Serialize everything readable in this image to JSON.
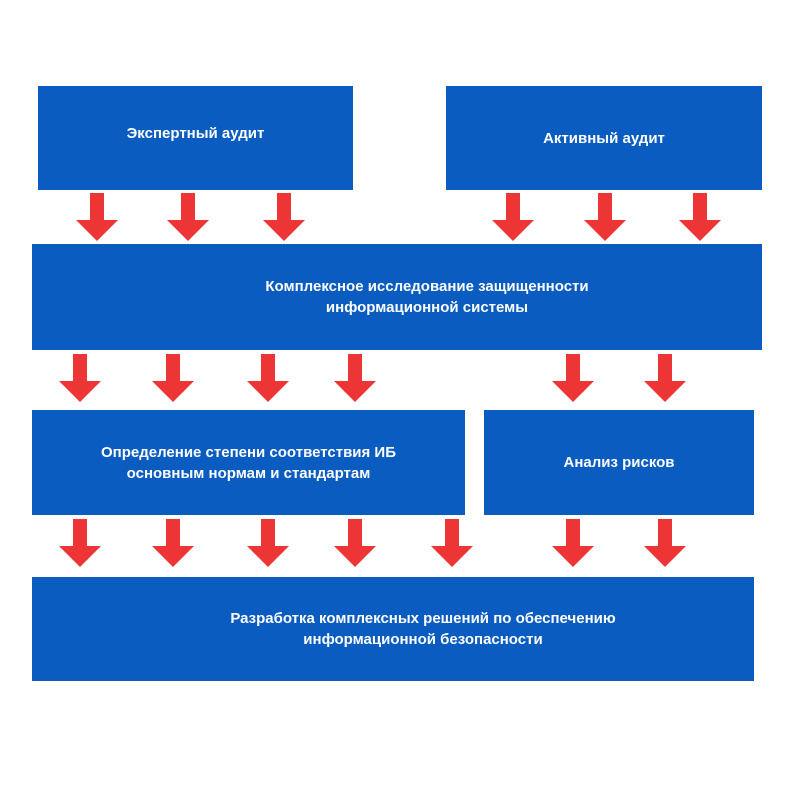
{
  "boxes": {
    "expert_audit": {
      "lines": [
        "Экспертный аудит"
      ]
    },
    "active_audit": {
      "lines": [
        "Активный аудит"
      ]
    },
    "complex_study": {
      "lines": [
        "Комплексное исследование защищенности",
        "информационной системы"
      ]
    },
    "compliance": {
      "lines": [
        "Определение степени соответствия ИБ",
        "основным нормам и стандартам"
      ]
    },
    "risk_analysis": {
      "lines": [
        "Анализ рисков"
      ]
    },
    "solutions": {
      "lines": [
        "Разработка комплексных решений по обеспечению",
        "информационной безопасности"
      ]
    }
  },
  "colors": {
    "box": "#0a5cc0",
    "arrow": "#ee3535",
    "text": "#ffffff"
  }
}
